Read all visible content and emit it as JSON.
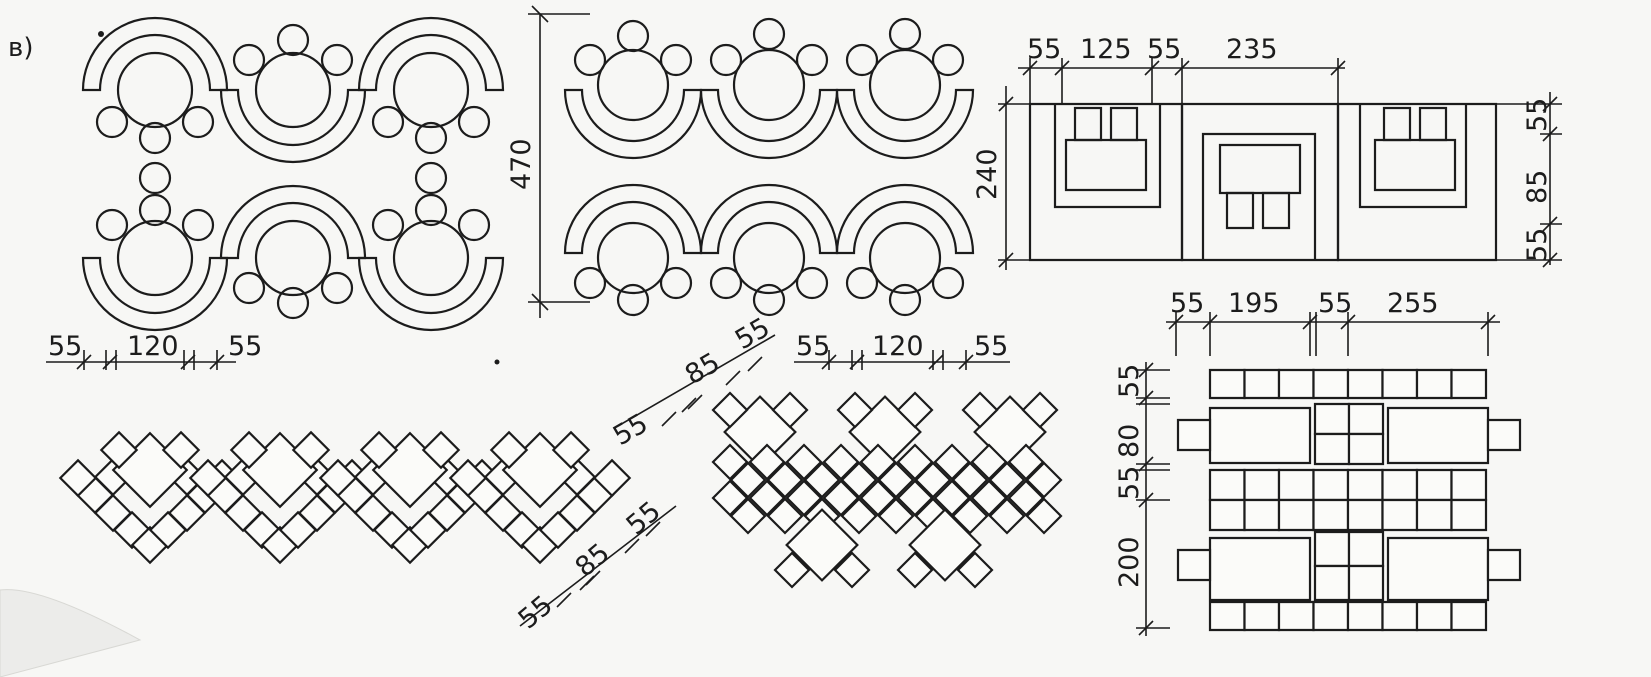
{
  "figure": {
    "label": "в)",
    "dims": {
      "p1": [
        "55",
        "120",
        "55"
      ],
      "p2": [
        "470"
      ],
      "p3": [
        "55",
        "125",
        "55",
        "235",
        "240",
        "55",
        "85",
        "55"
      ],
      "p4": [
        "55",
        "85",
        "55",
        "55",
        "85",
        "55"
      ],
      "p5": [
        "55",
        "120",
        "55"
      ],
      "p6": [
        "55",
        "195",
        "55",
        "255",
        "55",
        "80",
        "55",
        "200"
      ]
    }
  },
  "colors": {
    "ink": "#1c1c1c",
    "paper": "#f7f7f5"
  }
}
